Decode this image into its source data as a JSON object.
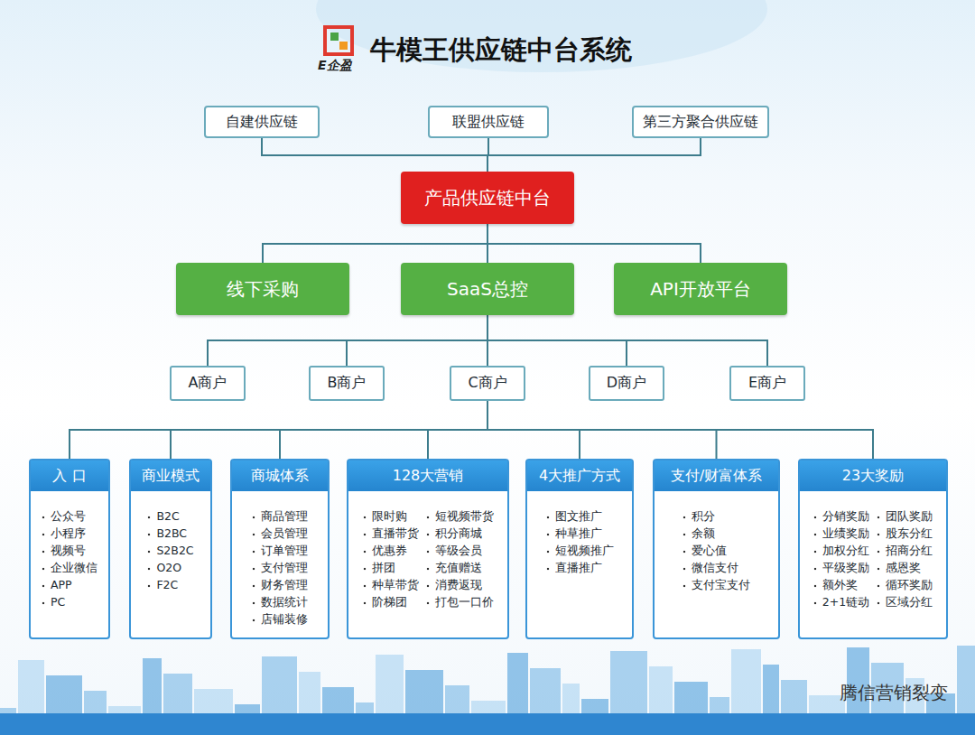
{
  "diagram": {
    "title": "牛模王供应链中台系统",
    "nodes": [
      {
        "text": [
          "自建供应链"
        ]
      },
      {
        "text": [
          "联盟供应链"
        ]
      },
      {
        "text": [
          "第三方聚合供应链"
        ]
      },
      {
        "text": [
          "产品供应链中台"
        ]
      },
      {
        "text": [
          "线下采购"
        ]
      },
      {
        "text": [
          "SaaS总控"
        ]
      },
      {
        "text": [
          "API开放平台"
        ]
      },
      {
        "text": [
          "A商户"
        ]
      },
      {
        "text": [
          "B商户"
        ]
      },
      {
        "text": [
          "C商户"
        ]
      },
      {
        "text": [
          "D商户"
        ]
      },
      {
        "text": [
          "E商户"
        ]
      },
      {
        "text": [
          "入  口",
          "公众号",
          "小程序",
          "视频号",
          "企业微信",
          "APP",
          "PC"
        ]
      },
      {
        "text": [
          "商业模式",
          "B2C",
          "B2BC",
          "S2B2C",
          "O2O",
          "F2C"
        ]
      },
      {
        "text": [
          "商城体系",
          "商品管理",
          "会员管理",
          "订单管理",
          "支付管理",
          "财务管理",
          "数据统计",
          "店铺装修"
        ]
      },
      {
        "text": [
          "128大营销",
          "限时购",
          "短视频带货",
          "直播带货",
          "积分商城",
          "优惠券",
          "等级会员",
          "拼团",
          "充值赠送",
          "种草带货",
          "消费返现",
          "阶梯团",
          "打包一口价"
        ]
      },
      {
        "text": [
          "4大推广方式",
          "图文推广",
          "种草推广",
          "短视频推广",
          "直播推广"
        ]
      },
      {
        "text": [
          "支付/财富体系",
          "积分",
          "余额",
          "爱心值",
          "微信支付",
          "支付宝支付"
        ]
      },
      {
        "text": [
          "23大奖励",
          "分销奖励",
          "团队奖励",
          "业绩奖励",
          "股东分红",
          "加权分红",
          "招商分红",
          "平级奖励",
          "感恩奖",
          "额外奖",
          "循环奖励",
          "2+1链动",
          "区域分红"
        ]
      }
    ],
    "edges": [
      {
        "from": 0,
        "to": 3,
        "arrow": "none"
      },
      {
        "from": 1,
        "to": 3,
        "arrow": "none"
      },
      {
        "from": 2,
        "to": 3,
        "arrow": "none"
      },
      {
        "from": 3,
        "to": 4,
        "arrow": "none"
      },
      {
        "from": 3,
        "to": 5,
        "arrow": "none"
      },
      {
        "from": 3,
        "to": 6,
        "arrow": "none"
      },
      {
        "from": 5,
        "to": 7,
        "arrow": "none"
      },
      {
        "from": 5,
        "to": 8,
        "arrow": "none"
      },
      {
        "from": 5,
        "to": 9,
        "arrow": "none"
      },
      {
        "from": 5,
        "to": 10,
        "arrow": "none"
      },
      {
        "from": 5,
        "to": 11,
        "arrow": "none"
      },
      {
        "from": 9,
        "to": 12,
        "arrow": "none"
      },
      {
        "from": 9,
        "to": 13,
        "arrow": "none"
      },
      {
        "from": 9,
        "to": 14,
        "arrow": "none"
      },
      {
        "from": 9,
        "to": 15,
        "arrow": "none"
      },
      {
        "from": 9,
        "to": 16,
        "arrow": "none"
      },
      {
        "from": 9,
        "to": 17,
        "arrow": "none"
      },
      {
        "from": 9,
        "to": 18,
        "arrow": "none"
      }
    ],
    "labels": [
      "E企盈",
      "腾信营销裂变"
    ]
  }
}
